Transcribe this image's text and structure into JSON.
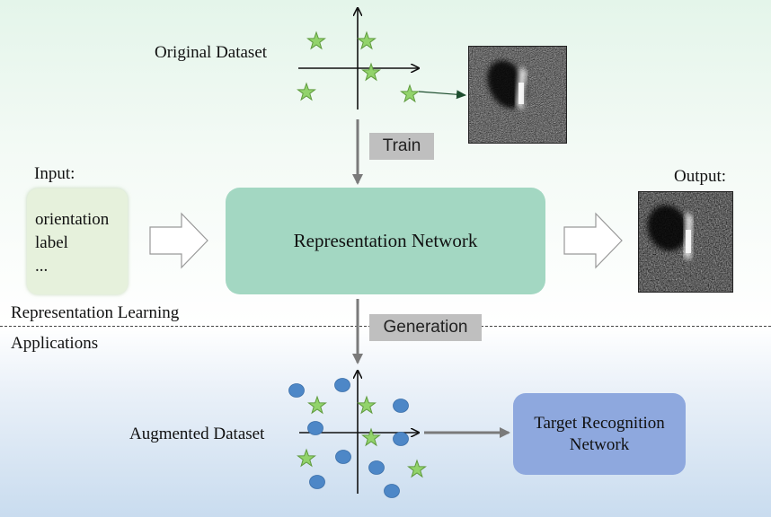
{
  "labels": {
    "original_dataset": "Original Dataset",
    "train": "Train",
    "input": "Input:",
    "input_items": [
      "orientation",
      "label",
      "..."
    ],
    "representation_network": "Representation Network",
    "output": "Output:",
    "representation_learning": "Representation Learning",
    "applications": "Applications",
    "generation": "Generation",
    "augmented_dataset": "Augmented Dataset",
    "target_recognition_network": [
      "Target Recognition",
      "Network"
    ]
  },
  "colors": {
    "star_fill": "#92d36b",
    "star_stroke": "#5f9a3e",
    "circle_fill": "#4d87c7",
    "representation_network": "#a3d7c2",
    "target_recognition_network": "#8ea8de",
    "step_label": "#bfbfbf"
  },
  "icons": {
    "star": "star-marker-icon",
    "circle": "circle-marker-icon",
    "hollow_arrow": "hollow-arrow-right-icon"
  }
}
